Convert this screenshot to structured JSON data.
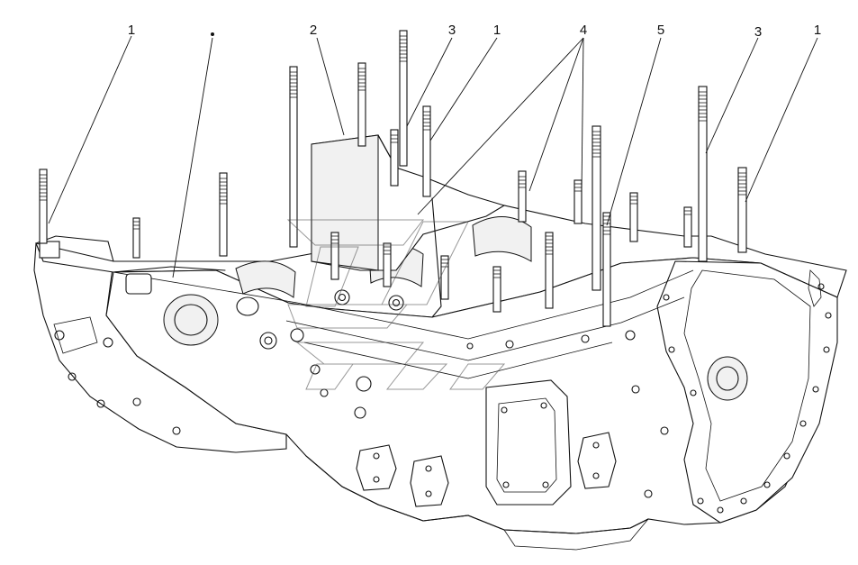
{
  "callouts": [
    {
      "id": "c1a",
      "text": "1"
    },
    {
      "id": "c2",
      "text": "2"
    },
    {
      "id": "c3a",
      "text": "3"
    },
    {
      "id": "c1b",
      "text": "1"
    },
    {
      "id": "c4",
      "text": "4"
    },
    {
      "id": "c5",
      "text": "5"
    },
    {
      "id": "c3b",
      "text": "3"
    },
    {
      "id": "c1c",
      "text": "1"
    }
  ],
  "bullet_marker": {
    "symbol": "•"
  },
  "watermark": {
    "icon": "watermark-logo-icon"
  }
}
